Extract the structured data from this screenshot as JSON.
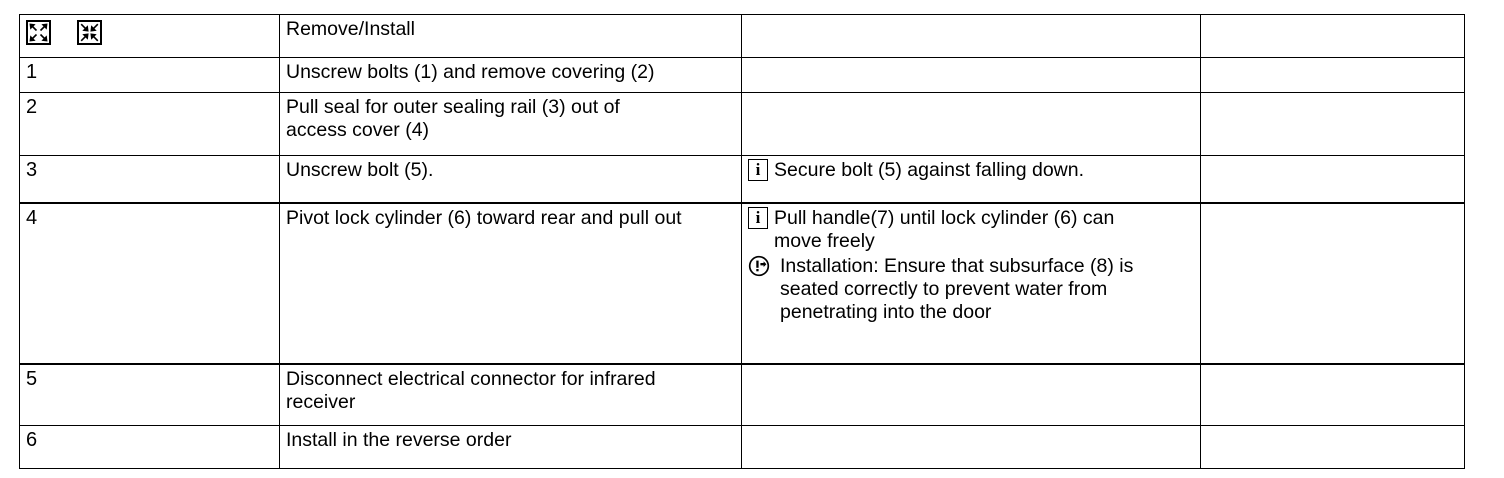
{
  "document": {
    "type": "service-procedure-table",
    "background_color": "#ffffff",
    "text_color": "#000000",
    "border_color": "#000000"
  },
  "table": {
    "columns": [
      {
        "key": "step",
        "header": ""
      },
      {
        "key": "task",
        "header": ""
      },
      {
        "key": "note",
        "header": ""
      },
      {
        "key": "extra",
        "header": ""
      }
    ],
    "header_row": {
      "icons": [
        {
          "name": "expand-remove-icon",
          "label": "Remove"
        },
        {
          "name": "collapse-install-icon",
          "label": "Install"
        }
      ],
      "title": "Remove/Install",
      "note": "",
      "extra": ""
    },
    "rows": [
      {
        "step": "1",
        "task": "Unscrew bolts (1) and remove covering (2)",
        "notes": [],
        "extra": ""
      },
      {
        "step": "2",
        "task": "Pull seal for outer sealing rail (3) out of\naccess cover (4)",
        "notes": [],
        "extra": ""
      },
      {
        "step": "3",
        "task": "Unscrew bolt (5).",
        "notes": [
          {
            "icon": "info-icon",
            "icon_glyph": "i",
            "text": "Secure bolt (5)  against falling   down."
          }
        ],
        "extra": ""
      },
      {
        "step": "4",
        "task": "Pivot lock cylinder (6) toward rear and pull out",
        "notes": [
          {
            "icon": "info-icon",
            "icon_glyph": "i",
            "text": "Pull handle(7)  until lock  cylinder  (6) can\nmove freely"
          },
          {
            "icon": "attention-note-icon",
            "icon_glyph": "",
            "text": "Installation:  Ensure that subsurface (8)  is\nseated correctly to prevent water from\npenetrating into the door"
          }
        ],
        "extra": ""
      },
      {
        "step": "5",
        "task": "Disconnect electrical connector for infrared\nreceiver",
        "notes": [],
        "extra": ""
      },
      {
        "step": "6",
        "task": "Install in the reverse order",
        "notes": [],
        "extra": ""
      }
    ]
  }
}
